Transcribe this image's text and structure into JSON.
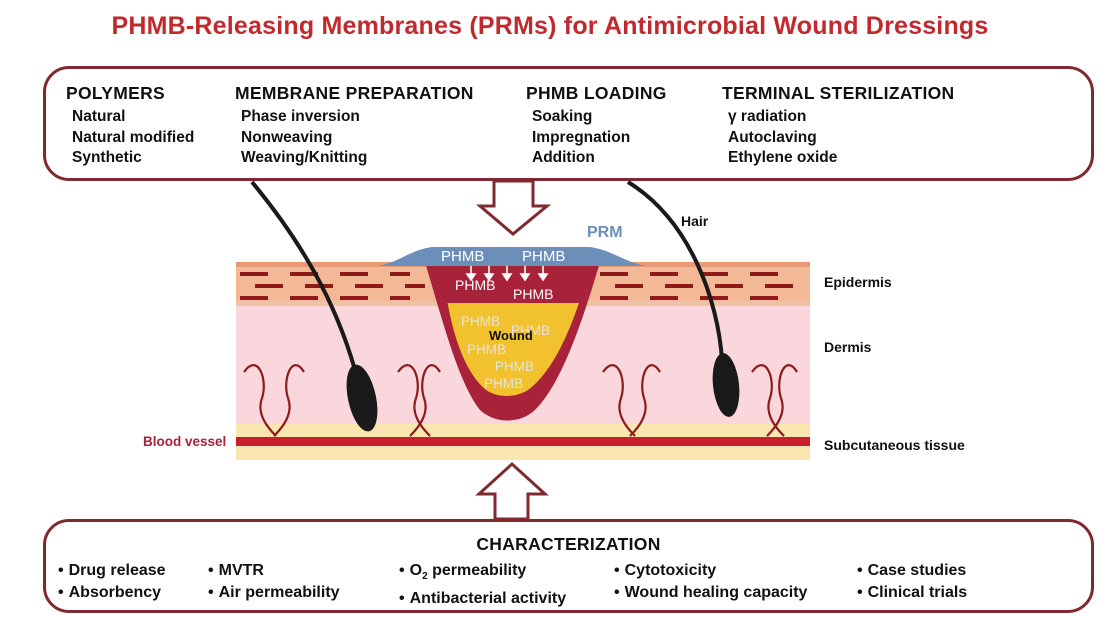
{
  "title": "PHMB-Releasing Membranes (PRMs) for Antimicrobial Wound Dressings",
  "top_panel": {
    "columns": [
      {
        "heading": "POLYMERS",
        "items": [
          "Natural",
          "Natural modified",
          "Synthetic"
        ]
      },
      {
        "heading": "MEMBRANE PREPARATION",
        "items": [
          "Phase inversion",
          "Nonweaving",
          "Weaving/Knitting"
        ]
      },
      {
        "heading": "PHMB LOADING",
        "items": [
          "Soaking",
          "Impregnation",
          "Addition"
        ]
      },
      {
        "heading": "TERMINAL STERILIZATION",
        "items": [
          "γ radiation",
          "Autoclaving",
          "Ethylene oxide"
        ]
      }
    ]
  },
  "diagram": {
    "prm_label": "PRM",
    "hair_label": "Hair",
    "epidermis_label": "Epidermis",
    "dermis_label": "Dermis",
    "subcutaneous_label": "Subcutaneous tissue",
    "blood_vessel_label": "Blood vessel",
    "wound_label": "Wound",
    "membrane_phmb": [
      "PHMB",
      "PHMB"
    ],
    "upper_wound_phmb": [
      "PHMB",
      "PHMB"
    ],
    "lower_wound_phmb": [
      "PHMB",
      "PHMB",
      "PHMB",
      "PHMB",
      "PHMB"
    ],
    "colors": {
      "title": "#c0292e",
      "box_border": "#7e2a2e",
      "membrane": "#6b8fb8",
      "dermis": "#f9d7dc",
      "epidermis": "#f3b896",
      "wound_dark": "#a8223a",
      "wound_yellow": "#f2c12e",
      "blood_vessel": "#c8202a",
      "hair": "#1a1a1a"
    }
  },
  "bottom_panel": {
    "heading": "CHARACTERIZATION",
    "col1": [
      "Drug release",
      "Absorbency"
    ],
    "col2": [
      "MVTR",
      "Air permeability"
    ],
    "col3_item1": {
      "prefix": "O",
      "subscript": "2",
      "suffix": " permeability"
    },
    "col3_item2": "Antibacterial activity",
    "col4": [
      "Cytotoxicity",
      "Wound healing capacity"
    ],
    "col5": [
      "Case studies",
      "Clinical trials"
    ]
  }
}
